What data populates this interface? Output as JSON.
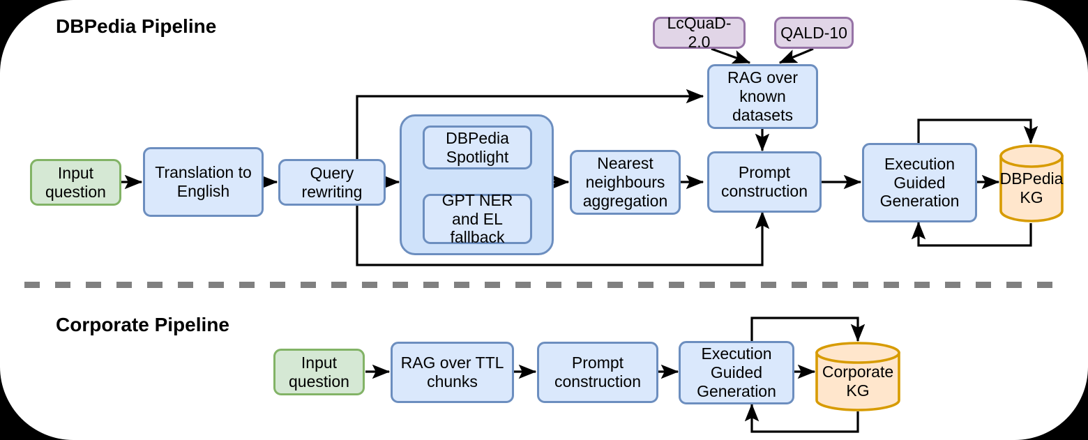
{
  "diagram": {
    "background_color": "#ffffff",
    "outer_color": "#000000",
    "colors": {
      "blue_fill": "#dae8fc",
      "blue_stroke": "#6c8ebf",
      "group_fill": "#cfe2fa",
      "green_fill": "#d5e8d4",
      "green_stroke": "#82b366",
      "purple_fill": "#e1d5e7",
      "purple_stroke": "#9673a6",
      "cylinder_fill": "#ffe6cc",
      "cylinder_stroke": "#d79b00",
      "edge_color": "#000000",
      "divider_color": "#808080"
    }
  },
  "sections": {
    "dbpedia": {
      "title": "DBPedia Pipeline",
      "nodes": {
        "input_question": "Input question",
        "translation": "Translation to English",
        "query_rewriting": "Query rewriting",
        "spotlight": "DBPedia Spotlight",
        "gpt_ner": "GPT NER and EL fallback",
        "nearest_neighbours": "Nearest neighbours aggregation",
        "rag_known_datasets": "RAG over known datasets",
        "prompt_construction": "Prompt construction",
        "execution_guided": "Execution Guided Generation",
        "kg": "DBPedia KG"
      },
      "datasets": [
        "LcQuaD-2.0",
        "QALD-10"
      ]
    },
    "corporate": {
      "title": "Corporate Pipeline",
      "nodes": {
        "input_question": "Input question",
        "rag_ttl": "RAG over TTL chunks",
        "prompt_construction": "Prompt construction",
        "execution_guided": "Execution Guided Generation",
        "kg": "Corporate KG"
      }
    }
  }
}
